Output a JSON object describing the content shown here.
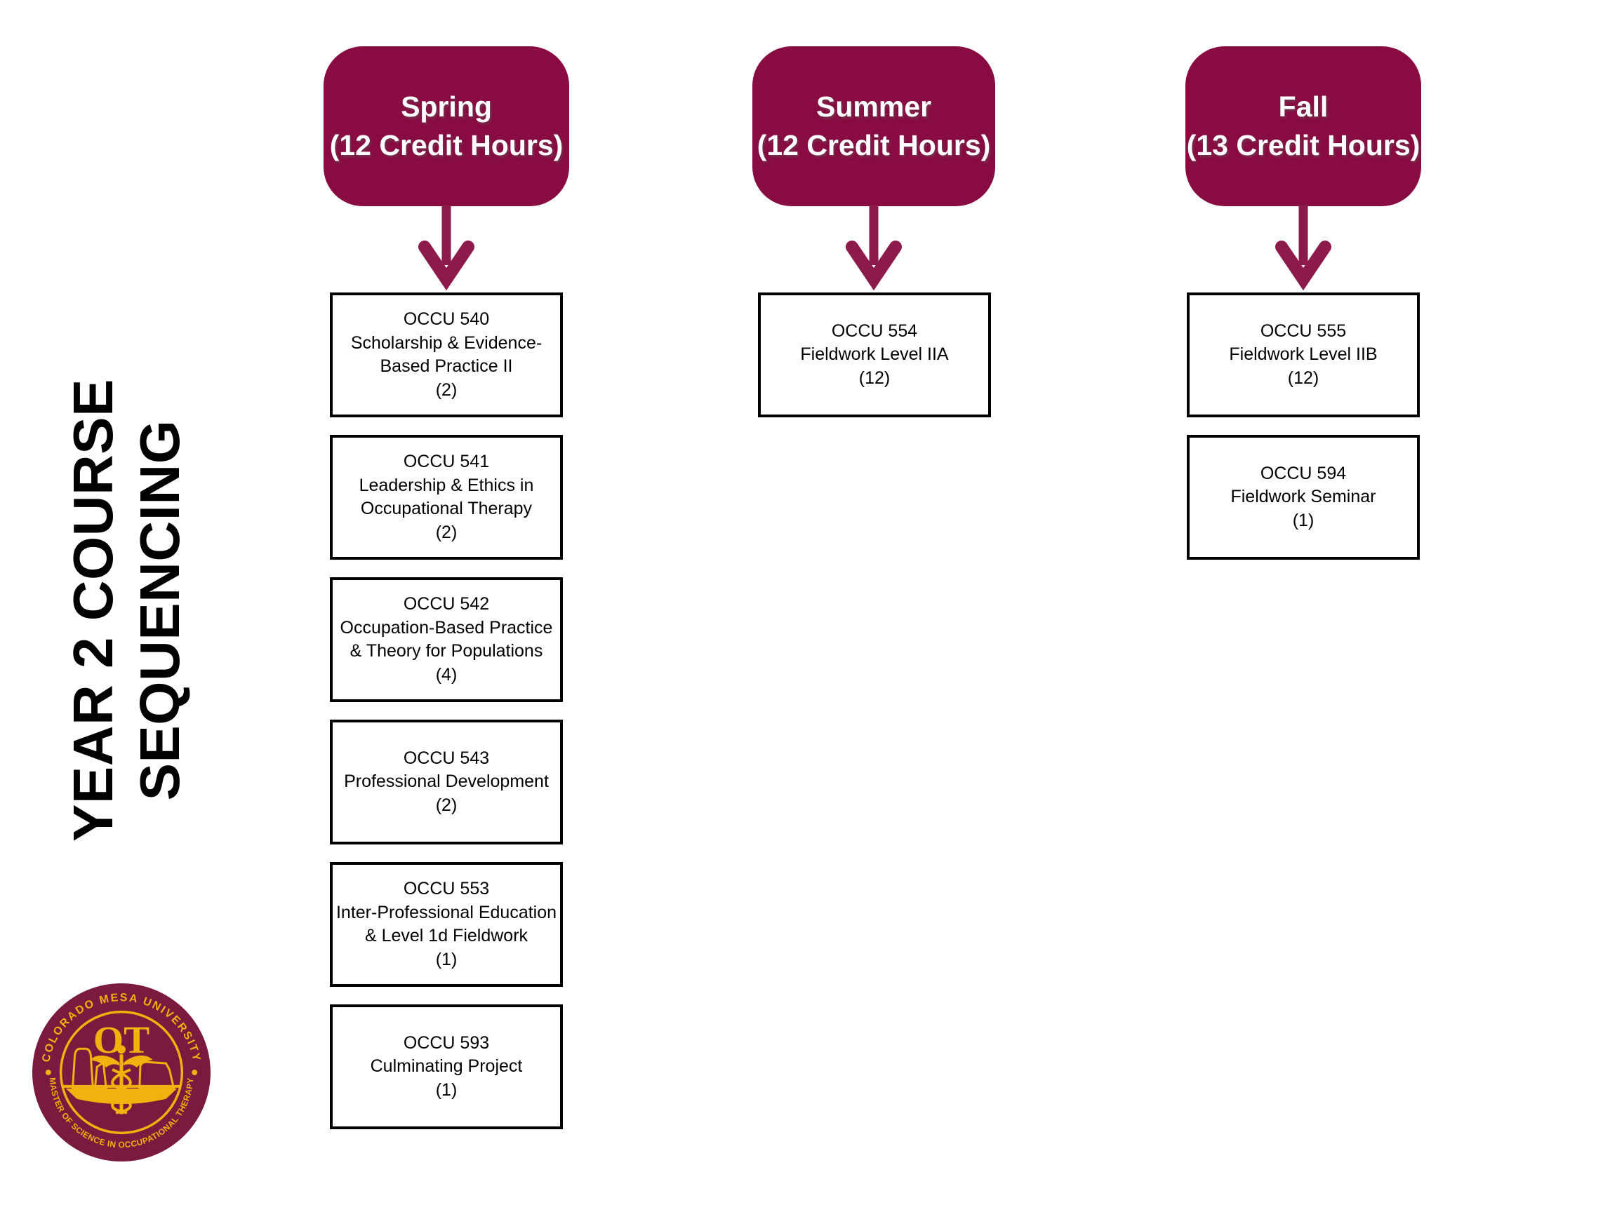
{
  "title": {
    "line1": "YEAR 2 COURSE",
    "line2": "SEQUENCING"
  },
  "colors": {
    "header_fill": "#880B41",
    "header_text": "#ffffff",
    "arrow": "#8C1A4B",
    "box_border": "#000000",
    "text": "#000000",
    "logo_maroon": "#7A1A3E",
    "logo_gold": "#F2B10E",
    "page_bg": "#ffffff"
  },
  "columns": [
    {
      "season": "Spring",
      "credits": "(12 Credit Hours)",
      "courses": [
        {
          "code": "OCCU 540",
          "name": "Scholarship & Evidence-\nBased Practice II",
          "credits": "(2)"
        },
        {
          "code": "OCCU 541",
          "name": "Leadership & Ethics in\nOccupational Therapy",
          "credits": "(2)"
        },
        {
          "code": "OCCU 542",
          "name": "Occupation-Based Practice\n& Theory for Populations",
          "credits": "(4)"
        },
        {
          "code": "OCCU 543",
          "name": "Professional Development",
          "credits": "(2)"
        },
        {
          "code": "OCCU 553",
          "name": "Inter-Professional Education\n& Level 1d Fieldwork",
          "credits": "(1)"
        },
        {
          "code": "OCCU 593",
          "name": "Culminating Project",
          "credits": "(1)"
        }
      ]
    },
    {
      "season": "Summer",
      "credits": "(12 Credit Hours)",
      "courses": [
        {
          "code": "OCCU 554",
          "name": "Fieldwork Level IIA",
          "credits": "(12)"
        }
      ]
    },
    {
      "season": "Fall",
      "credits": "(13 Credit Hours)",
      "courses": [
        {
          "code": "OCCU 555",
          "name": "Fieldwork Level IIB",
          "credits": "(12)"
        },
        {
          "code": "OCCU 594",
          "name": "Fieldwork Seminar",
          "credits": "(1)"
        }
      ]
    }
  ],
  "logo": {
    "arc_top": "COLORADO MESA UNIVERSITY",
    "monogram": "OT",
    "arc_bottom": "MASTER OF SCIENCE IN OCCUPATIONAL THERAPY"
  }
}
